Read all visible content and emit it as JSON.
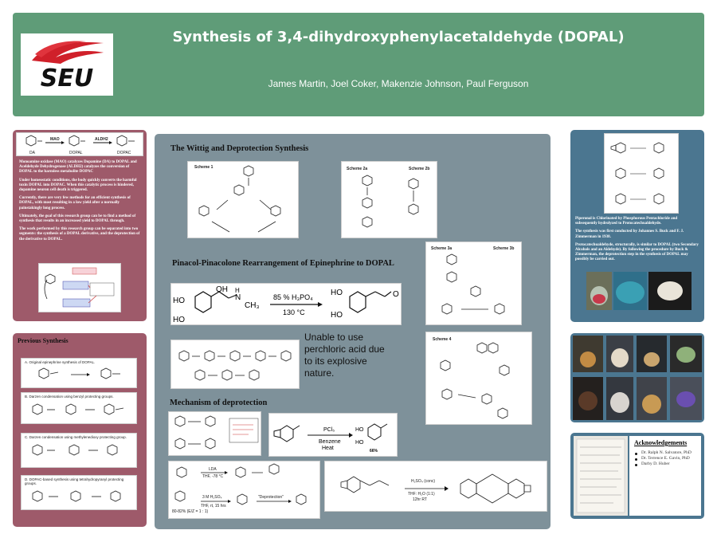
{
  "header": {
    "logo_text": "SEU",
    "title": "Synthesis of 3,4-dihydroxyphenylacetaldehyde (DOPAL)",
    "authors": "James Martin, Joel Coker, Makenzie Johnson, Paul Ferguson"
  },
  "intro": {
    "scheme_labels": [
      "DA",
      "MAO",
      "DOPAL",
      "ALDH2",
      "DOPAC"
    ],
    "paragraphs": [
      "Monoamine oxidase (MAO) catalyzes Dopamine (DA) to DOPAL and Aceldehyde Dehydrogenase (ALDH2) catalyzes the conversion of DOPAL to the harmless metabolite DOPAC",
      "Under homeostatic conditions, the body quickly converts the harmful toxin DOPAL into DOPAC. When this catalytic process is hindered, dopamine neuron cell death is triggered.",
      "Currently, there are very few methods for an efficient synthesis of DOPAL, with most resulting in a low yield after a normally painstakingly long process.",
      "Ultimately, the goal of this research group can be to find a method of synthesis that results in an increased yield to DOPAL through.",
      "The work performed by this research group can be separated into two segments: the synthesis of a DOPAL derivative, and the deprotection of the derivative to DOPAL."
    ]
  },
  "previous": {
    "heading": "Previous Synthesis",
    "items": [
      "A. Original epinephrine synthesis of DOPAL.",
      "B. Darzen condensation using benzyl protecting groups.",
      "C. Darzen condensation using methylenedioxy protecting group.",
      "D. DOPAC-based synthesis using tetrahydropyranyl protecting groups."
    ]
  },
  "center": {
    "wittig_heading": "The Wittig and Deprotection Synthesis",
    "scheme1": "Scheme 1",
    "scheme2a": "Scheme 2a",
    "scheme2b": "Scheme 2b",
    "scheme3a": "Scheme 3a",
    "scheme3b": "Scheme 3b",
    "scheme4": "Scheme 4",
    "pinacol_heading": "Pinacol-Pinacolone Rearrangement of Epinephrine to DOPAL",
    "reagent_top": "85 % H₃PO₄",
    "reagent_bottom": "130 °C",
    "labels_ho": "HO",
    "label_oh": "OH",
    "label_nh": "H",
    "label_n": "N",
    "label_ch3": "CH₃",
    "label_o": "O",
    "note": "Unable to use perchloric acid due to its explosive nature.",
    "mechanism_heading": "Mechanism of deprotection",
    "pcl5": "PCl₅",
    "benzene": "Benzene",
    "heat": "Heat",
    "yield": "66%",
    "lda": "LDA",
    "thf_low": "THF, -78 °C",
    "hcl": "3 M H₂SO₄",
    "thf_rt": "THF, rt, 15 hrs",
    "deprotection": "\"Deprotection\"",
    "ratio": "80-82%\n(E/Z = 1 : 1)",
    "reagent_right": "H₂SO₄ (conc)",
    "reagent_right2": "THF: H₂O (1:1)",
    "reagent_right3": "12hr RT"
  },
  "right": {
    "text": [
      "Piperonal is Chlorinated by Phosphorous Pentachloride and subsequently hydrolyzed to Protocatechualdehyde.",
      "The synthesis was first conducted by Johannes S. Buck and F. J. Zimmerman in 1938.",
      "Protocatechualdehyde, structurally, is similar to DOPAL (two Secondary Alcohols and an Aldehyde). By following the procedure by Buck & Zimmerman, the deprotection step in the synthesis of DOPAL may possibly be carried out."
    ],
    "ack_heading": "Acknowledgements",
    "ack": [
      "Dr. Ralph N. Salvatore, PhD",
      "Dr. Terrence E. Gavin, PhD",
      "Darby D. Huber"
    ]
  },
  "colors": {
    "header_green": "#5f9c78",
    "maroon": "#9e5a6a",
    "slate": "#7e919a",
    "blue": "#4b7690",
    "logo_red": "#d0202a"
  }
}
